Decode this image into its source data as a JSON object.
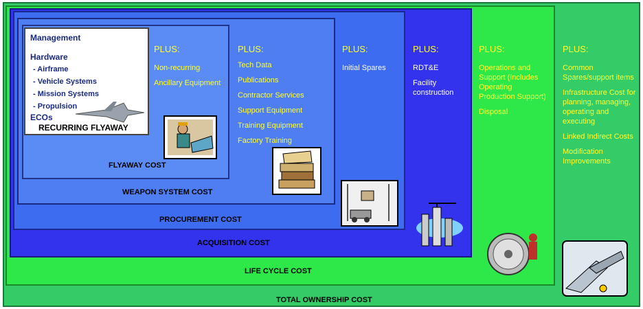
{
  "boxes": {
    "total_ownership": "TOTAL OWNERSHIP COST",
    "life_cycle": "LIFE CYCLE COST",
    "acquisition": "ACQUISITION COST",
    "procurement": "PROCUREMENT COST",
    "weapon_system": "WEAPON SYSTEM COST",
    "flyaway": "FLYAWAY COST",
    "recurring_flyaway": "RECURRING FLYAWAY"
  },
  "recurring": {
    "management": "Management",
    "hardware": "Hardware",
    "items": [
      "- Airframe",
      "- Vehicle Systems",
      "- Mission Systems",
      "- Propulsion"
    ],
    "ecos": "ECOs"
  },
  "columns": {
    "flyaway": {
      "plus": "PLUS:",
      "items": [
        "Non-recurring",
        "Ancillary Equipment"
      ]
    },
    "weapon_system": {
      "plus": "PLUS:",
      "items": [
        "Tech Data",
        "Publications",
        "Contractor Services",
        "Support Equipment",
        "Training Equipment",
        "Factory Training"
      ]
    },
    "procurement": {
      "plus": "PLUS:",
      "items": [
        "Initial Spares"
      ]
    },
    "acquisition": {
      "plus": "PLUS:",
      "items": [
        "RDT&E",
        "Facility construction"
      ]
    },
    "life_cycle": {
      "plus": "PLUS:",
      "items": [
        "Operations and Support (Includes Operating Production Support)",
        "Disposal"
      ]
    },
    "total_ownership": {
      "plus": "PLUS:",
      "items": [
        "Common Spares/support items",
        "Infrastructure Cost for planning, managing, operating and executing",
        "Linked Indirect Costs",
        "Modification Improvements"
      ]
    }
  },
  "colors": {
    "total_ownership": "#33cc66",
    "life_cycle": "#2ee84a",
    "acquisition": "#3333ee",
    "procurement": "#3d6cf0",
    "weapon_system": "#4f7ef2",
    "flyaway": "#5b8cf5",
    "plus_text": "#ffff33"
  }
}
